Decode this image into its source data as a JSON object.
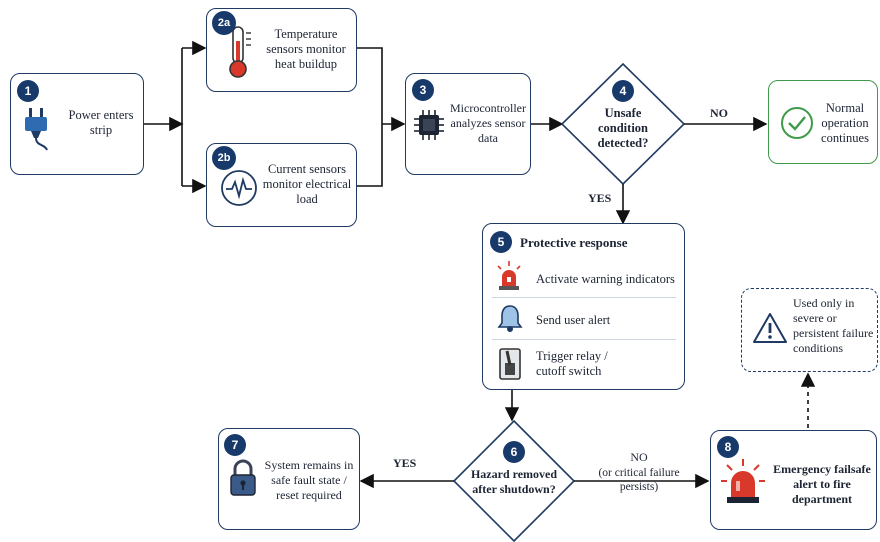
{
  "steps": {
    "s1": {
      "num": "1",
      "text": "Power enters strip",
      "icon": "plug-icon"
    },
    "s2a": {
      "num": "2a",
      "text": "Temperature sensors monitor heat buildup",
      "icon": "thermometer-icon"
    },
    "s2b": {
      "num": "2b",
      "text": "Current sensors monitor electrical load",
      "icon": "waveform-icon"
    },
    "s3": {
      "num": "3",
      "text": "Microcontroller analyzes sensor data",
      "icon": "chip-icon"
    },
    "s4": {
      "num": "4",
      "text": "Unsafe condition detected?"
    },
    "normal": {
      "text": "Normal operation continues",
      "icon": "checkmark-icon"
    },
    "s5": {
      "num": "5",
      "title": "Protective response",
      "items": [
        {
          "label": "Activate warning indicators",
          "icon": "siren-icon"
        },
        {
          "label": "Send user alert",
          "icon": "bell-icon"
        },
        {
          "label": "Trigger relay / cutoff switch",
          "icon": "switch-icon"
        }
      ]
    },
    "s6": {
      "num": "6",
      "text": "Hazard removed after shutdown?"
    },
    "s7": {
      "num": "7",
      "text": "System remains in safe fault state / reset required",
      "icon": "padlock-icon"
    },
    "s8": {
      "num": "8",
      "text": "Emergency failsafe alert to fire department",
      "icon": "emergency-light-icon"
    },
    "note": {
      "text": "Used only in severe or persistent failure conditions",
      "icon": "warning-triangle-icon"
    }
  },
  "connectors": {
    "no_top": "NO",
    "yes_down": "YES",
    "yes_left": "YES",
    "no_right": "NO",
    "no_right_sub": "(or critical failure persists)"
  },
  "colors": {
    "navy": "#1f3a63",
    "badge": "#173a6b",
    "green": "#3f9a4a",
    "red": "#d8392b"
  }
}
